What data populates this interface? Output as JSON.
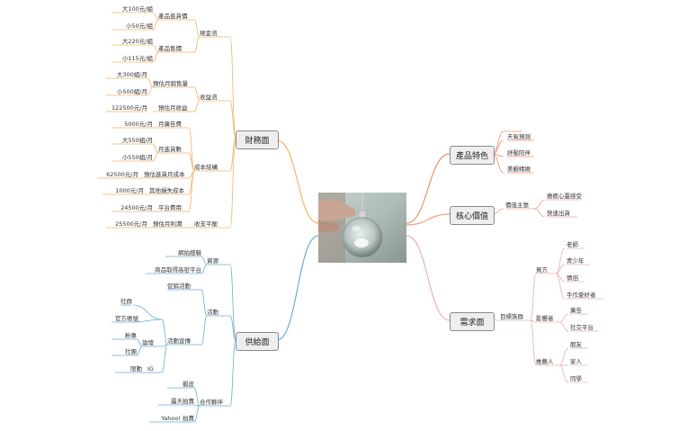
{
  "center_image": {
    "icon": "glass-bottle-pendant-photo"
  },
  "finance": {
    "title": "財務面",
    "cash_flow": {
      "label": "現金流",
      "product_cost": {
        "label": "產品進貨價",
        "items": [
          "大100元/組",
          "小50元/組"
        ]
      },
      "product_price": {
        "label": "產品售價",
        "items": [
          "大220元/組",
          "小115元/組"
        ]
      }
    },
    "revenue": {
      "label": "收益流",
      "est_monthly_sales": {
        "label": "預估月銷售量",
        "items": [
          "大300組/月",
          "小500組/月"
        ]
      },
      "est_monthly_revenue": {
        "label": "預估月收益",
        "items": [
          "122500元/月"
        ]
      }
    },
    "cost_structure": {
      "label": "成本結構",
      "rent": {
        "label": "月廣告費",
        "items": [
          "5000元/月"
        ]
      },
      "monthly_purchase": {
        "label": "月進貨數",
        "items": [
          "大550組/月",
          "小550組/月"
        ]
      },
      "est_purchase_cost": {
        "label": "預估進貨月成本",
        "items": [
          "62500元/月"
        ]
      },
      "other_loss": {
        "label": "其他損失成本",
        "items": [
          "1000元/月"
        ]
      },
      "platform_fee": {
        "label": "平台費用",
        "items": [
          "24500元/月"
        ]
      }
    },
    "break_even": {
      "label": "收支平衡",
      "est_monthly_profit": {
        "label": "預估月利潤",
        "items": [
          "25500元/月"
        ]
      }
    }
  },
  "supply": {
    "title": "供給面",
    "resources": {
      "label": "資源",
      "items": [
        "網拍經驗",
        "商品取得高密平台"
      ]
    },
    "activities": {
      "label": "活動",
      "promo": {
        "label": "促銷活動"
      },
      "channels": {
        "label": "活動宣傳",
        "social": {
          "label": "社群",
          "items": [
            "官方帳號"
          ]
        },
        "media": {
          "label": "論壇",
          "items": [
            "粉專",
            "社團"
          ]
        },
        "ig": {
          "label": "IG",
          "items": [
            "限動"
          ]
        }
      }
    },
    "partners": {
      "label": "合作夥伴",
      "items": [
        "蝦皮",
        "露天拍賣",
        "Yahoo! 拍賣"
      ]
    }
  },
  "features": {
    "title": "產品特色",
    "items": [
      "天氣預測",
      "紓壓陪伴",
      "美觀精緻"
    ]
  },
  "core_value": {
    "title": "核心價值",
    "sub": "價值主張",
    "items": [
      "療癒心靈感受",
      "快速出貨"
    ]
  },
  "demand": {
    "title": "需求面",
    "target": "目標族群",
    "buyers": {
      "label": "買方",
      "items": [
        "老師",
        "青少年",
        "情侶",
        "手作愛好者"
      ]
    },
    "influencers": {
      "label": "影響者",
      "items": [
        "廣告",
        "社交平台"
      ]
    },
    "referrers": {
      "label": "推薦人",
      "items": [
        "朋友",
        "家人",
        "同學"
      ]
    }
  },
  "colors": {
    "finance_branch": "#f7b267",
    "supply_branch": "#6aaed6",
    "features_branch": "#f28c6a",
    "core_branch": "#f0a090",
    "demand_branch": "#e8b0b0"
  }
}
